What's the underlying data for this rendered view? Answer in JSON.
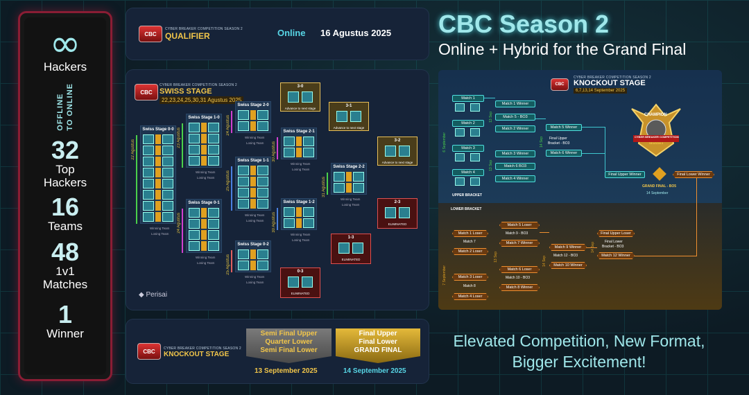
{
  "stats": {
    "infinity": "∞",
    "hackers": "Hackers",
    "offline": "OFFLINE",
    "to_online": "TO ONLINE",
    "top_num": "32",
    "top_label1": "Top",
    "top_label2": "Hackers",
    "teams_num": "16",
    "teams_label": "Teams",
    "matches_num": "48",
    "matches_label1": "1v1",
    "matches_label2": "Matches",
    "winner_num": "1",
    "winner_label": "Winner"
  },
  "qualifier": {
    "logo": "CBC",
    "sub": "CYBER BREAKER COMPETITION SEASON 2",
    "title": "QUALIFIER",
    "mode": "Online",
    "date": "16 Agustus 2025"
  },
  "swiss": {
    "logo": "CBC",
    "sub": "CYBER BREAKER COMPETITION SEASON 2",
    "title": "SWISS STAGE",
    "date": "22,23,24,25,30,31 Agustus 2025",
    "groups": [
      "Swiss Stage 0-0",
      "Swiss Stage 1-0",
      "Swiss Stage 0-1",
      "Swiss Stage 2-0",
      "Swiss Stage 1-1",
      "Swiss Stage 0-2",
      "Swiss Stage 2-1",
      "Swiss Stage 1-2",
      "Swiss Stage 2-2"
    ],
    "dates": [
      "22 Agustus",
      "23 Agustus",
      "24 Agustus",
      "24 Agustus",
      "25 Agustus",
      "25 Agustus",
      "30 Agustus",
      "30 Agustus",
      "31 Agustus"
    ],
    "advance": [
      "3-0",
      "3-1",
      "3-2"
    ],
    "advance_caption": "Advance to next stage",
    "eliminated": [
      "0-3",
      "1-3",
      "2-3"
    ],
    "eliminated_caption": "ELIMINATED",
    "winning": "Winning Team",
    "losing": "Losing Team",
    "brand": "Perisai"
  },
  "knockout_card": {
    "logo": "CBC",
    "sub": "CYBER BREAKER COMPETITION SEASON 2",
    "title": "KNOCKOUT STAGE",
    "pill1": [
      "Semi Final Upper",
      "Quarter Lower",
      "Semi Final Lower"
    ],
    "pill2": [
      "Final Upper",
      "Final Lower",
      "GRAND FINAL"
    ],
    "date1": "13 September 2025",
    "date2": "14 September 2025"
  },
  "headline": "CBC Season 2",
  "subline": "Online + Hybrid for the Grand Final",
  "tagline": "Elevated Competition, New Format, Bigger Excitement!",
  "bracket": {
    "sub": "CYBER BREAKER COMPETITION SEASON 2",
    "title": "KNOCKOUT STAGE",
    "date": "6,7,13,14 September 2025",
    "upper_label": "UPPER BRACKET",
    "lower_label": "LOWER BRACKET",
    "upper_date": "6 September",
    "lower_date": "7 September",
    "upper_matches": [
      "Match 1",
      "Match 2",
      "Match 3",
      "Match 4"
    ],
    "upper_r2": [
      "Match 1 Winner",
      "Match 5 - BO3",
      "Match 2 Winner",
      "Match 3 Winner",
      "Match 6 BO3",
      "Match 4 Winner"
    ],
    "upper_r3": [
      "Match 5 Winner",
      "Final Upper",
      "Bracket - BO3",
      "Match 6 Winner"
    ],
    "final_upper": "Final Upper Winner",
    "final_lower": "Final Lower Winner",
    "grand_final": "GRAND FINAL - BO5",
    "grand_date": "14 September",
    "champion": "CHAMPION",
    "trophy_sub": "CYBER BREAKER COMPETITION",
    "season": "SEASON 2",
    "dates_small": [
      "13 Sep",
      "14 Sep",
      "13 Sep",
      "13 Sep",
      "14 Sep",
      "14 Sep"
    ],
    "lower_r1": [
      "Match 1 Loser",
      "Match 7",
      "Match 2 Loser",
      "Match 3 Loser",
      "Match 8",
      "Match 4 Loser"
    ],
    "lower_r2": [
      "Match 5 Loser",
      "Match 9 - BO3",
      "Match 7 Winner",
      "Match 6 Loser",
      "Match 10 - BO3",
      "Match 8 Winner"
    ],
    "lower_r3": [
      "Match 9 Winner",
      "Match 12 - BO3",
      "Match 10 Winner"
    ],
    "lower_r4": [
      "Final Upper Loser",
      "Final Lower",
      "Bracket - BO3",
      "Match 12 Winner"
    ]
  }
}
